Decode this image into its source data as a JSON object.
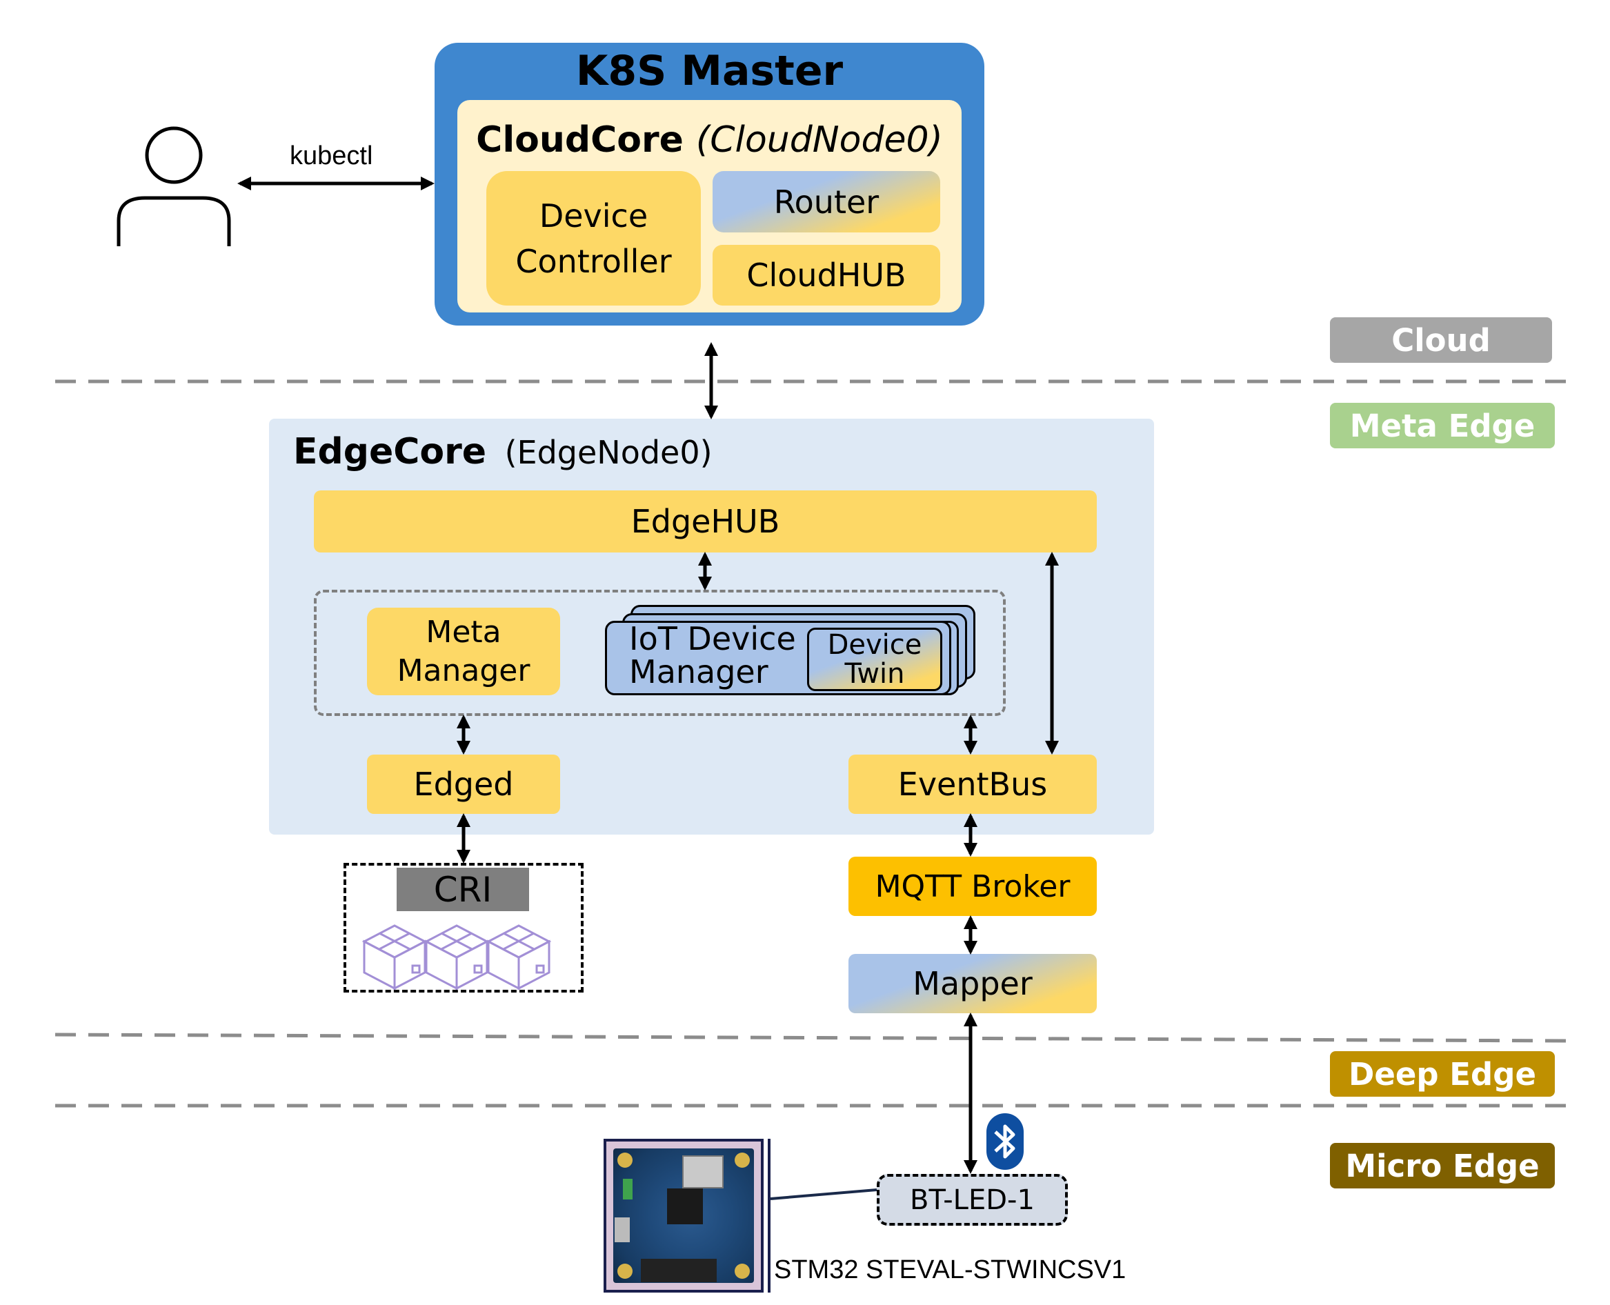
{
  "k8s_master": {
    "title": "K8S Master",
    "cloudcore_title": "CloudCore",
    "cloudcore_node": "(CloudNode0)",
    "device_controller_line1": "Device",
    "device_controller_line2": "Controller",
    "router": "Router",
    "cloudhub": "CloudHUB"
  },
  "kubectl_label": "kubectl",
  "edgecore": {
    "title": "EdgeCore",
    "node": "(EdgeNode0)",
    "edgehub": "EdgeHUB",
    "meta_manager_line1": "Meta",
    "meta_manager_line2": "Manager",
    "iot_device_manager_line1": "IoT Device",
    "iot_device_manager_line2": "Manager",
    "device_twin_line1": "Device",
    "device_twin_line2": "Twin",
    "edged": "Edged",
    "eventbus": "EventBus"
  },
  "cri_label": "CRI",
  "mqtt_broker": "MQTT Broker",
  "mapper": "Mapper",
  "bt_device": "BT-LED-1",
  "board_caption": "STM32 STEVAL-STWINCSV1",
  "layers": {
    "cloud": "Cloud",
    "meta_edge": "Meta Edge",
    "deep_edge": "Deep Edge",
    "micro_edge": "Micro Edge"
  },
  "colors": {
    "k8s_blue": "#3f87cf",
    "cloudcore_bg": "#fff2cc",
    "module_yellow": "#fdd866",
    "mqtt_yellow": "#fdc000",
    "edgecore_bg": "#dee9f5",
    "cloud_badge": "#a6a6a6",
    "meta_edge_badge": "#a9d18e",
    "deep_edge_badge": "#bf9000",
    "micro_edge_badge": "#7f6000"
  }
}
